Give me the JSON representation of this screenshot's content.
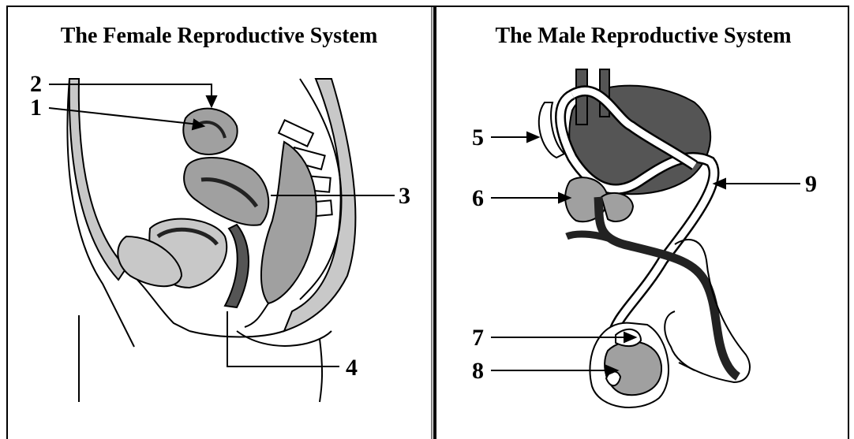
{
  "panels": {
    "female": {
      "title": "The Female Reproductive System",
      "labels": [
        "2",
        "1",
        "3",
        "4"
      ]
    },
    "male": {
      "title": "The Male Reproductive System",
      "labels": [
        "5",
        "6",
        "7",
        "8",
        "9"
      ]
    }
  },
  "colors": {
    "border": "#000000",
    "tissue_light": "#c8c8c8",
    "tissue_mid": "#a0a0a0",
    "tissue_dark": "#555555",
    "tissue_black": "#222222"
  }
}
